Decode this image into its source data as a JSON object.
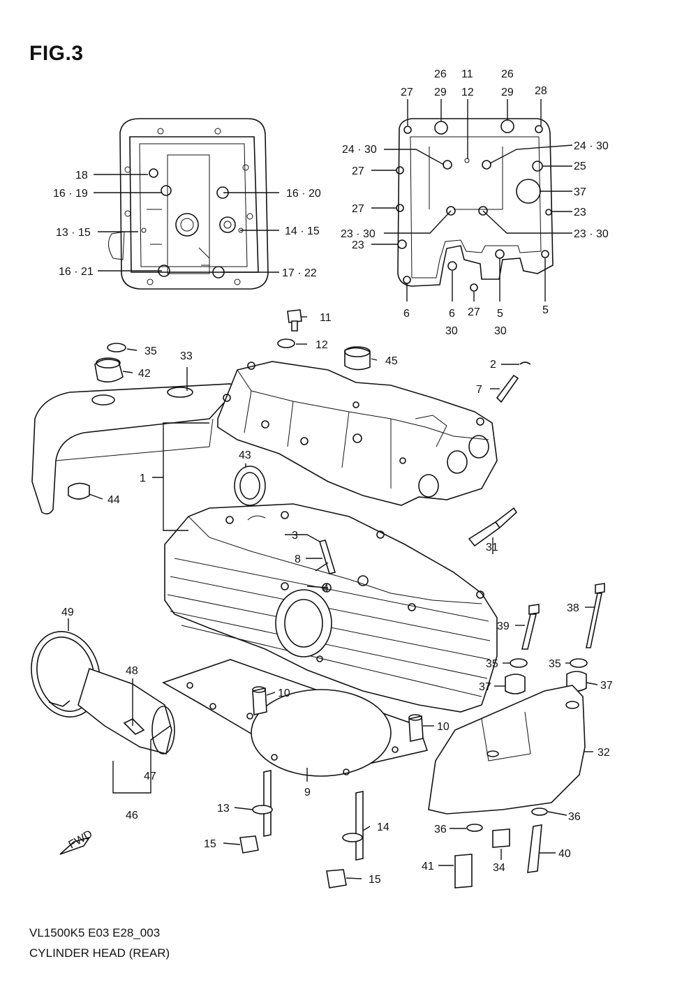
{
  "figure": {
    "title": "FIG.3",
    "model_code": "VL1500K5  E03  E28_003",
    "caption": "CYLINDER HEAD (REAR)",
    "fwd_badge": "FWD"
  },
  "callouts": {
    "c1": "1",
    "c2": "2",
    "c3": "3",
    "c4": "4",
    "c5a": "5",
    "c5b": "5",
    "c6a": "6",
    "c6b": "6",
    "c7": "7",
    "c8": "8",
    "c9": "9",
    "c10a": "10",
    "c10b": "10",
    "c11a": "11",
    "c11b": "11",
    "c12a": "12",
    "c12b": "12",
    "c13a": "13 · 15",
    "c13b": "13",
    "c14a": "14 · 15",
    "c14b": "14",
    "c15a": "15",
    "c15b": "15",
    "c16a": "16 · 19",
    "c16b": "16 · 20",
    "c16c": "16 · 21",
    "c17": "17 · 22",
    "c18": "18",
    "c23a": "23",
    "c23b": "23",
    "c23c": "23 · 30",
    "c23d": "23 · 30",
    "c24a": "24 · 30",
    "c24b": "24 · 30",
    "c25": "25",
    "c26a": "26",
    "c26b": "26",
    "c27a": "27",
    "c27b": "27",
    "c27c": "27",
    "c27d": "27",
    "c28": "28",
    "c29a": "29",
    "c29b": "29",
    "c30a": "30",
    "c30b": "30",
    "c31": "31",
    "c32": "32",
    "c33": "33",
    "c34": "34",
    "c35a": "35",
    "c35b": "35",
    "c35c": "35",
    "c36a": "36",
    "c36b": "36",
    "c37a": "37",
    "c37b": "37",
    "c37c": "37",
    "c38": "38",
    "c39": "39",
    "c40": "40",
    "c41": "41",
    "c42": "42",
    "c43": "43",
    "c44": "44",
    "c45": "45",
    "c46": "46",
    "c47": "47",
    "c48": "48",
    "c49": "49"
  }
}
